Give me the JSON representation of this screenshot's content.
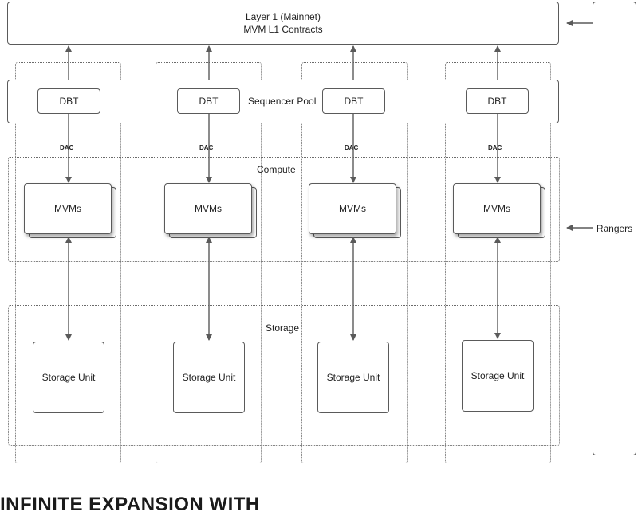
{
  "layer1": {
    "line1": "Layer 1 (Mainnet)",
    "line2": "MVM L1 Contracts"
  },
  "sequencer": {
    "label": "Sequencer Pool",
    "units": [
      "DBT",
      "DBT",
      "DBT",
      "DBT"
    ]
  },
  "dac": [
    "DAC",
    "DAC",
    "DAC",
    "DAC"
  ],
  "compute": {
    "label": "Compute",
    "units": [
      "MVMs",
      "MVMs",
      "MVMs",
      "MVMs"
    ]
  },
  "storage": {
    "label": "Storage",
    "units": [
      "Storage Unit",
      "Storage Unit",
      "Storage Unit",
      "Storage Unit"
    ]
  },
  "rangers": {
    "label": "Rangers"
  },
  "caption": {
    "text": "INFINITE EXPANSION WITH"
  },
  "colors": {
    "stroke": "#5a5a5a",
    "dotted": "#6a6a6a",
    "text": "#222222"
  }
}
